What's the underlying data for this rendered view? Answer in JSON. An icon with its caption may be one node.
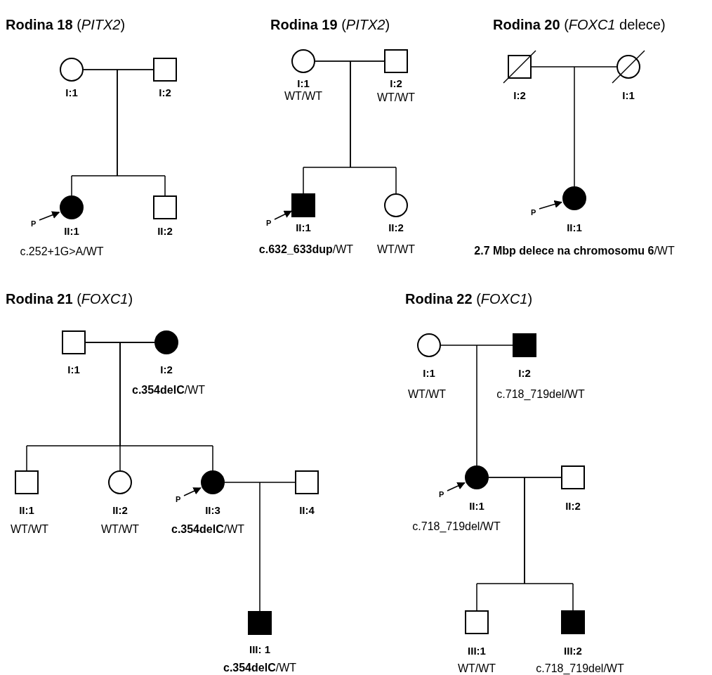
{
  "diagram": {
    "nodes": [
      {
        "text": [],
        "shape": "circle",
        "beside": [
          "I:1"
        ]
      },
      {
        "text": [],
        "shape": "square",
        "beside": [
          "I:2"
        ]
      },
      {
        "text": [
          "P"
        ]
      },
      {
        "text": [],
        "shape": "filled-circle",
        "beside": [
          "II:1",
          "c.252+1G>A/WT"
        ]
      },
      {
        "text": [],
        "shape": "square",
        "beside": [
          "II:2"
        ]
      },
      {
        "text": [],
        "shape": "circle",
        "beside": [
          "I:1",
          "WT/WT"
        ]
      },
      {
        "text": [],
        "shape": "square",
        "beside": [
          "I:2",
          "WT/WT"
        ]
      },
      {
        "text": [
          "P"
        ]
      },
      {
        "text": [],
        "shape": "filled-square",
        "beside": [
          "II:1",
          "**c.632_633dup**/WT"
        ]
      },
      {
        "text": [],
        "shape": "circle",
        "beside": [
          "II:2",
          "WT/WT"
        ]
      },
      {
        "text": [],
        "shape": "crossed-square",
        "beside": [
          "I:2"
        ]
      },
      {
        "text": [],
        "shape": "crossed-circle",
        "beside": [
          "I:1"
        ]
      },
      {
        "text": [
          "P"
        ]
      },
      {
        "text": [],
        "shape": "filled-circle",
        "beside": [
          "II:1",
          "**2.7 Mbp delece na chromosomu 6**/WT"
        ]
      },
      {
        "text": [],
        "shape": "square",
        "beside": [
          "I:1"
        ]
      },
      {
        "text": [],
        "shape": "filled-circle",
        "beside": [
          "I:2",
          "**c.354delC**/WT"
        ]
      },
      {
        "text": [],
        "shape": "square",
        "beside": [
          "II:1",
          "WT/WT"
        ]
      },
      {
        "text": [],
        "shape": "circle",
        "beside": [
          "II:2",
          "WT/WT"
        ]
      },
      {
        "text": [
          "P"
        ]
      },
      {
        "text": [],
        "shape": "filled-circle",
        "beside": [
          "II:3",
          "**c.354delC**/WT"
        ]
      },
      {
        "text": [],
        "shape": "square",
        "beside": [
          "II:4"
        ]
      },
      {
        "text": [],
        "shape": "filled-square",
        "beside": [
          "III: 1",
          "**c.354delC**/WT"
        ]
      },
      {
        "text": [],
        "shape": "circle",
        "beside": [
          "I:1",
          "WT/WT"
        ]
      },
      {
        "text": [],
        "shape": "filled-square",
        "beside": [
          "I:2",
          "c.718_719del/WT"
        ]
      },
      {
        "text": [
          "P"
        ]
      },
      {
        "text": [],
        "shape": "filled-circle",
        "beside": [
          "II:1",
          "c.718_719del/WT"
        ]
      },
      {
        "text": [],
        "shape": "square",
        "beside": [
          "II:2"
        ]
      },
      {
        "text": [],
        "shape": "square",
        "beside": [
          "III:1",
          "WT/WT"
        ]
      },
      {
        "text": [],
        "shape": "filled-square",
        "beside": [
          "III:2",
          "c.718_719del/WT"
        ]
      }
    ],
    "edges": [
      {
        "from": 0,
        "to": 1,
        "arrow": "none"
      },
      {
        "from": 0,
        "to": 3,
        "arrow": "none"
      },
      {
        "from": 1,
        "to": 3,
        "arrow": "none"
      },
      {
        "from": 0,
        "to": 4,
        "arrow": "none"
      },
      {
        "from": 1,
        "to": 4,
        "arrow": "none"
      },
      {
        "from": 2,
        "to": 3,
        "arrow": "to"
      },
      {
        "from": 5,
        "to": 6,
        "arrow": "none"
      },
      {
        "from": 5,
        "to": 8,
        "arrow": "none"
      },
      {
        "from": 6,
        "to": 8,
        "arrow": "none"
      },
      {
        "from": 5,
        "to": 9,
        "arrow": "none"
      },
      {
        "from": 6,
        "to": 9,
        "arrow": "none"
      },
      {
        "from": 7,
        "to": 8,
        "arrow": "to"
      },
      {
        "from": 10,
        "to": 11,
        "arrow": "none"
      },
      {
        "from": 10,
        "to": 13,
        "arrow": "none"
      },
      {
        "from": 11,
        "to": 13,
        "arrow": "none"
      },
      {
        "from": 12,
        "to": 13,
        "arrow": "to"
      },
      {
        "from": 14,
        "to": 15,
        "arrow": "none"
      },
      {
        "from": 14,
        "to": 16,
        "arrow": "none"
      },
      {
        "from": 15,
        "to": 16,
        "arrow": "none"
      },
      {
        "from": 14,
        "to": 17,
        "arrow": "none"
      },
      {
        "from": 15,
        "to": 17,
        "arrow": "none"
      },
      {
        "from": 14,
        "to": 19,
        "arrow": "none"
      },
      {
        "from": 15,
        "to": 19,
        "arrow": "none"
      },
      {
        "from": 18,
        "to": 19,
        "arrow": "to"
      },
      {
        "from": 19,
        "to": 20,
        "arrow": "none"
      },
      {
        "from": 19,
        "to": 21,
        "arrow": "none"
      },
      {
        "from": 20,
        "to": 21,
        "arrow": "none"
      },
      {
        "from": 22,
        "to": 23,
        "arrow": "none"
      },
      {
        "from": 22,
        "to": 25,
        "arrow": "none"
      },
      {
        "from": 23,
        "to": 25,
        "arrow": "none"
      },
      {
        "from": 24,
        "to": 25,
        "arrow": "to"
      },
      {
        "from": 25,
        "to": 26,
        "arrow": "none"
      },
      {
        "from": 25,
        "to": 27,
        "arrow": "none"
      },
      {
        "from": 26,
        "to": 27,
        "arrow": "none"
      },
      {
        "from": 25,
        "to": 28,
        "arrow": "none"
      },
      {
        "from": 26,
        "to": 28,
        "arrow": "none"
      }
    ],
    "labels": [
      "**Rodina 18** (*PITX2*)",
      "**Rodina 19** (*PITX2*)",
      "**Rodina 20** (*FOXC1* delece)",
      "**Rodina 21** (*FOXC1*)",
      "**Rodina 22** (*FOXC1*)"
    ]
  }
}
